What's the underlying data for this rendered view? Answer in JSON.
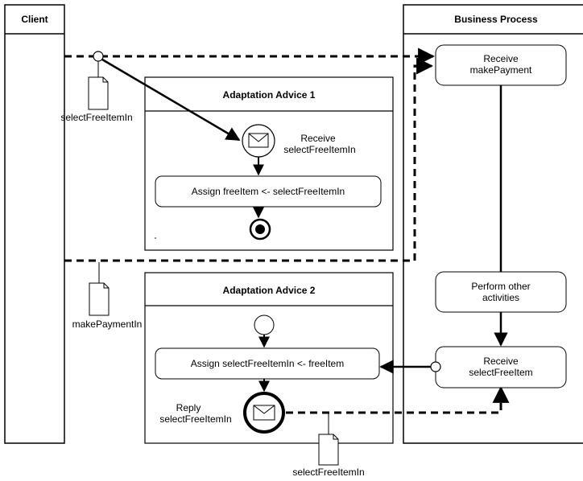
{
  "lanes": {
    "client": {
      "title": "Client"
    },
    "process": {
      "title": "Business Process"
    }
  },
  "advice1": {
    "title": "Adaptation Advice 1",
    "receive_label": [
      "Receive",
      "selectFreeItemIn"
    ],
    "assign_label": "Assign freeItem <- selectFreeItemIn"
  },
  "advice2": {
    "title": "Adaptation Advice 2",
    "assign_label": "Assign selectFreeItemIn <- freeItem",
    "reply_label": [
      "Reply",
      "selectFreeItemIn"
    ]
  },
  "process": {
    "receive_payment": [
      "Receive",
      "makePayment"
    ],
    "perform_other": [
      "Perform other",
      "activities"
    ],
    "receive_free": [
      "Receive",
      "selectFreeItem"
    ]
  },
  "documents": {
    "doc1": "selectFreeItemIn",
    "doc2": "makePaymentIn",
    "doc3": "selectFreeItemIn"
  }
}
